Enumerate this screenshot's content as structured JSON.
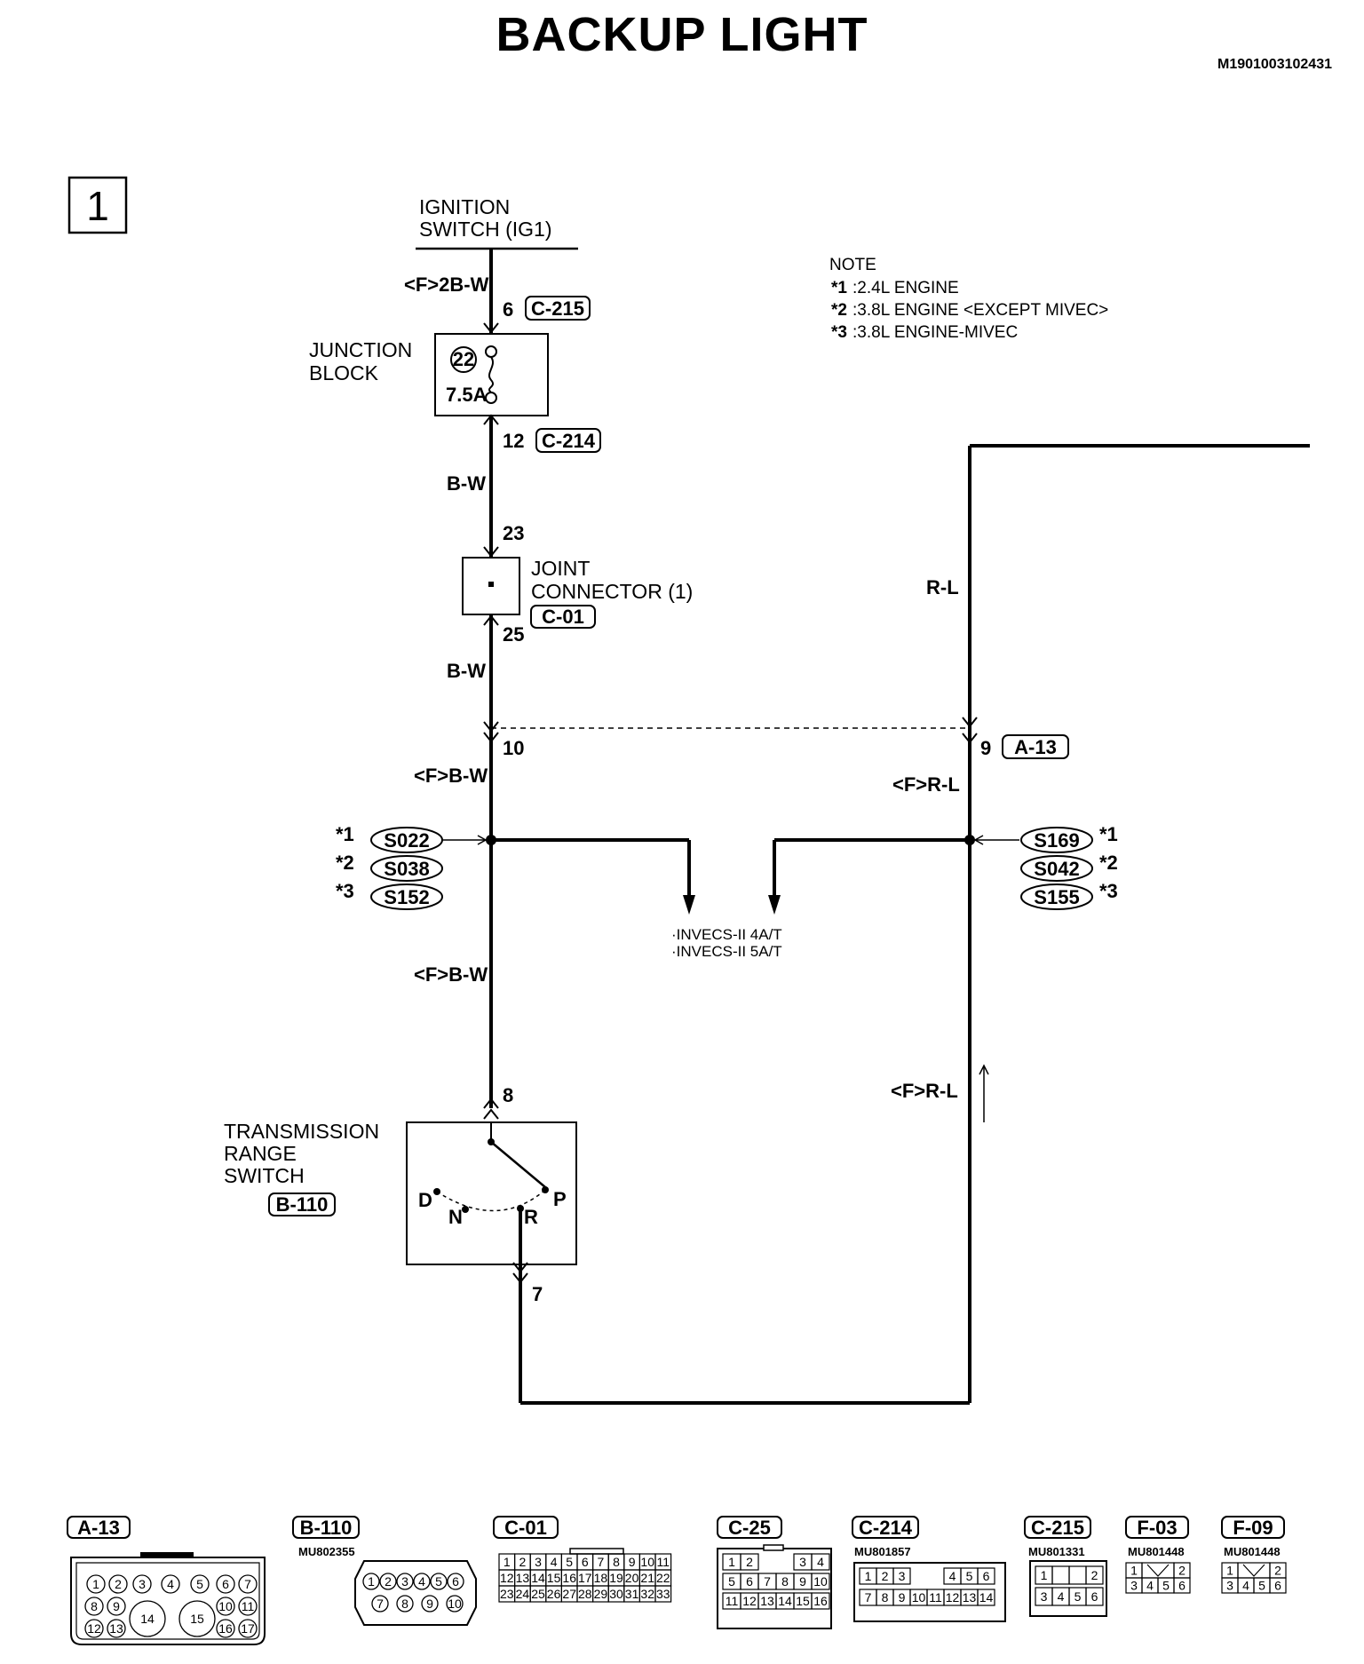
{
  "page": {
    "title": "BACKUP LIGHT",
    "doc_id": "M1901003102431",
    "section_number": "1"
  },
  "note": {
    "heading": "NOTE",
    "items": [
      {
        "mark": "*1",
        "text": ":2.4L ENGINE"
      },
      {
        "mark": "*2",
        "text": ":3.8L ENGINE <EXCEPT MIVEC>"
      },
      {
        "mark": "*3",
        "text": ":3.8L ENGINE-MIVEC"
      }
    ]
  },
  "components": {
    "ignition_switch": [
      "IGNITION",
      "SWITCH (IG1)"
    ],
    "junction_block": [
      "JUNCTION",
      "BLOCK"
    ],
    "fuse_number": "22",
    "fuse_rating": "7.5A",
    "joint_connector": [
      "JOINT",
      "CONNECTOR (1)"
    ],
    "joint_connector_code": "C-01",
    "transmission_range_switch": [
      "TRANSMISSION",
      "RANGE",
      "SWITCH"
    ],
    "trs_code": "B-110",
    "positions": [
      "D",
      "N",
      "R",
      "P"
    ],
    "destination": [
      "·INVECS-II 4A/T",
      "·INVECS-II 5A/T"
    ]
  },
  "wires": {
    "f_2b_w": "<F>2B-W",
    "b_w_1": "B-W",
    "b_w_2": "B-W",
    "f_b_w_1": "<F>B-W",
    "f_b_w_2": "<F>B-W",
    "r_l": "R-L",
    "f_r_l_1": "<F>R-L",
    "f_r_l_2": "<F>R-L"
  },
  "pins": {
    "c215_pin": "6",
    "c215_code": "C-215",
    "c214_pin": "12",
    "c214_code": "C-214",
    "jc_in": "23",
    "jc_out": "25",
    "a13_left": "10",
    "a13_right": "9",
    "a13_code": "A-13",
    "trs_in": "8",
    "trs_out": "7"
  },
  "splices": {
    "left": [
      {
        "mark": "*1",
        "code": "S022"
      },
      {
        "mark": "*2",
        "code": "S038"
      },
      {
        "mark": "*3",
        "code": "S152"
      }
    ],
    "right": [
      {
        "mark": "*1",
        "code": "S169"
      },
      {
        "mark": "*2",
        "code": "S042"
      },
      {
        "mark": "*3",
        "code": "S155"
      }
    ]
  },
  "connectors": {
    "a13": {
      "code": "A-13"
    },
    "b110": {
      "code": "B-110",
      "part": "MU802355"
    },
    "c01": {
      "code": "C-01"
    },
    "c25": {
      "code": "C-25"
    },
    "c214": {
      "code": "C-214",
      "part": "MU801857"
    },
    "c215": {
      "code": "C-215",
      "part": "MU801331"
    },
    "f03": {
      "code": "F-03",
      "part": "MU801448"
    },
    "f09": {
      "code": "F-09",
      "part": "MU801448"
    }
  }
}
